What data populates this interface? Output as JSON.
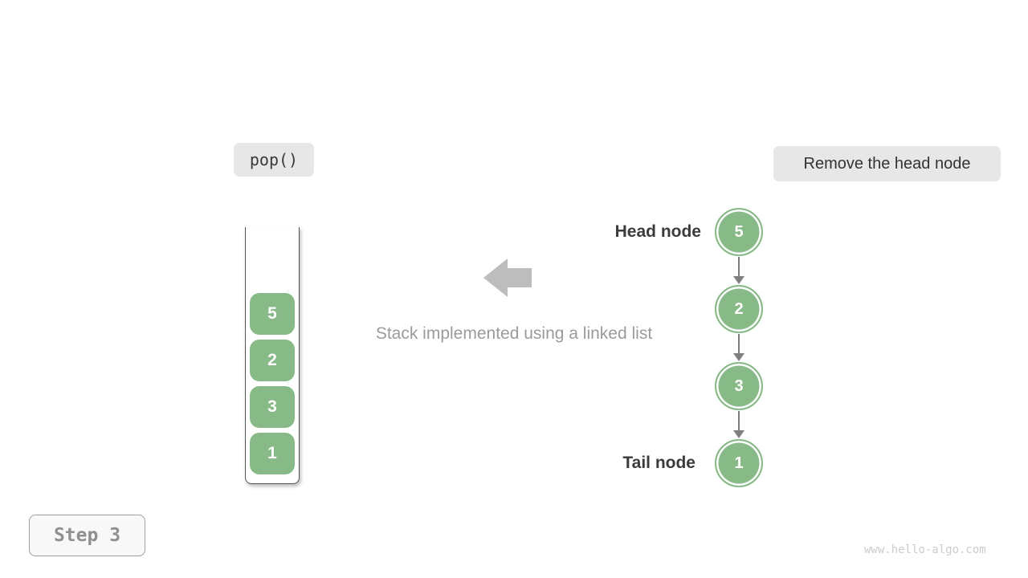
{
  "operation_badge": {
    "label": "pop()"
  },
  "action_badge": {
    "label": "Remove the head node"
  },
  "stack": {
    "items": [
      "5",
      "2",
      "3",
      "1"
    ]
  },
  "caption": "Stack implemented using a linked list",
  "linked_list": {
    "head_label": "Head node",
    "tail_label": "Tail node",
    "nodes": [
      "5",
      "2",
      "3",
      "1"
    ]
  },
  "step_badge": {
    "label": "Step 3"
  },
  "watermark": "www.hello-algo.com",
  "colors": {
    "node_green": "#87ba87",
    "connector_gray": "#7f7f7f",
    "block_arrow_gray": "#bdbdbd",
    "badge_bg": "#e7e7e7",
    "caption_gray": "#9b9b9b",
    "label_dark": "#3b3b3b",
    "step_text_gray": "#8f8f8f",
    "watermark_gray": "#cccccc",
    "container_border": "#555555"
  }
}
